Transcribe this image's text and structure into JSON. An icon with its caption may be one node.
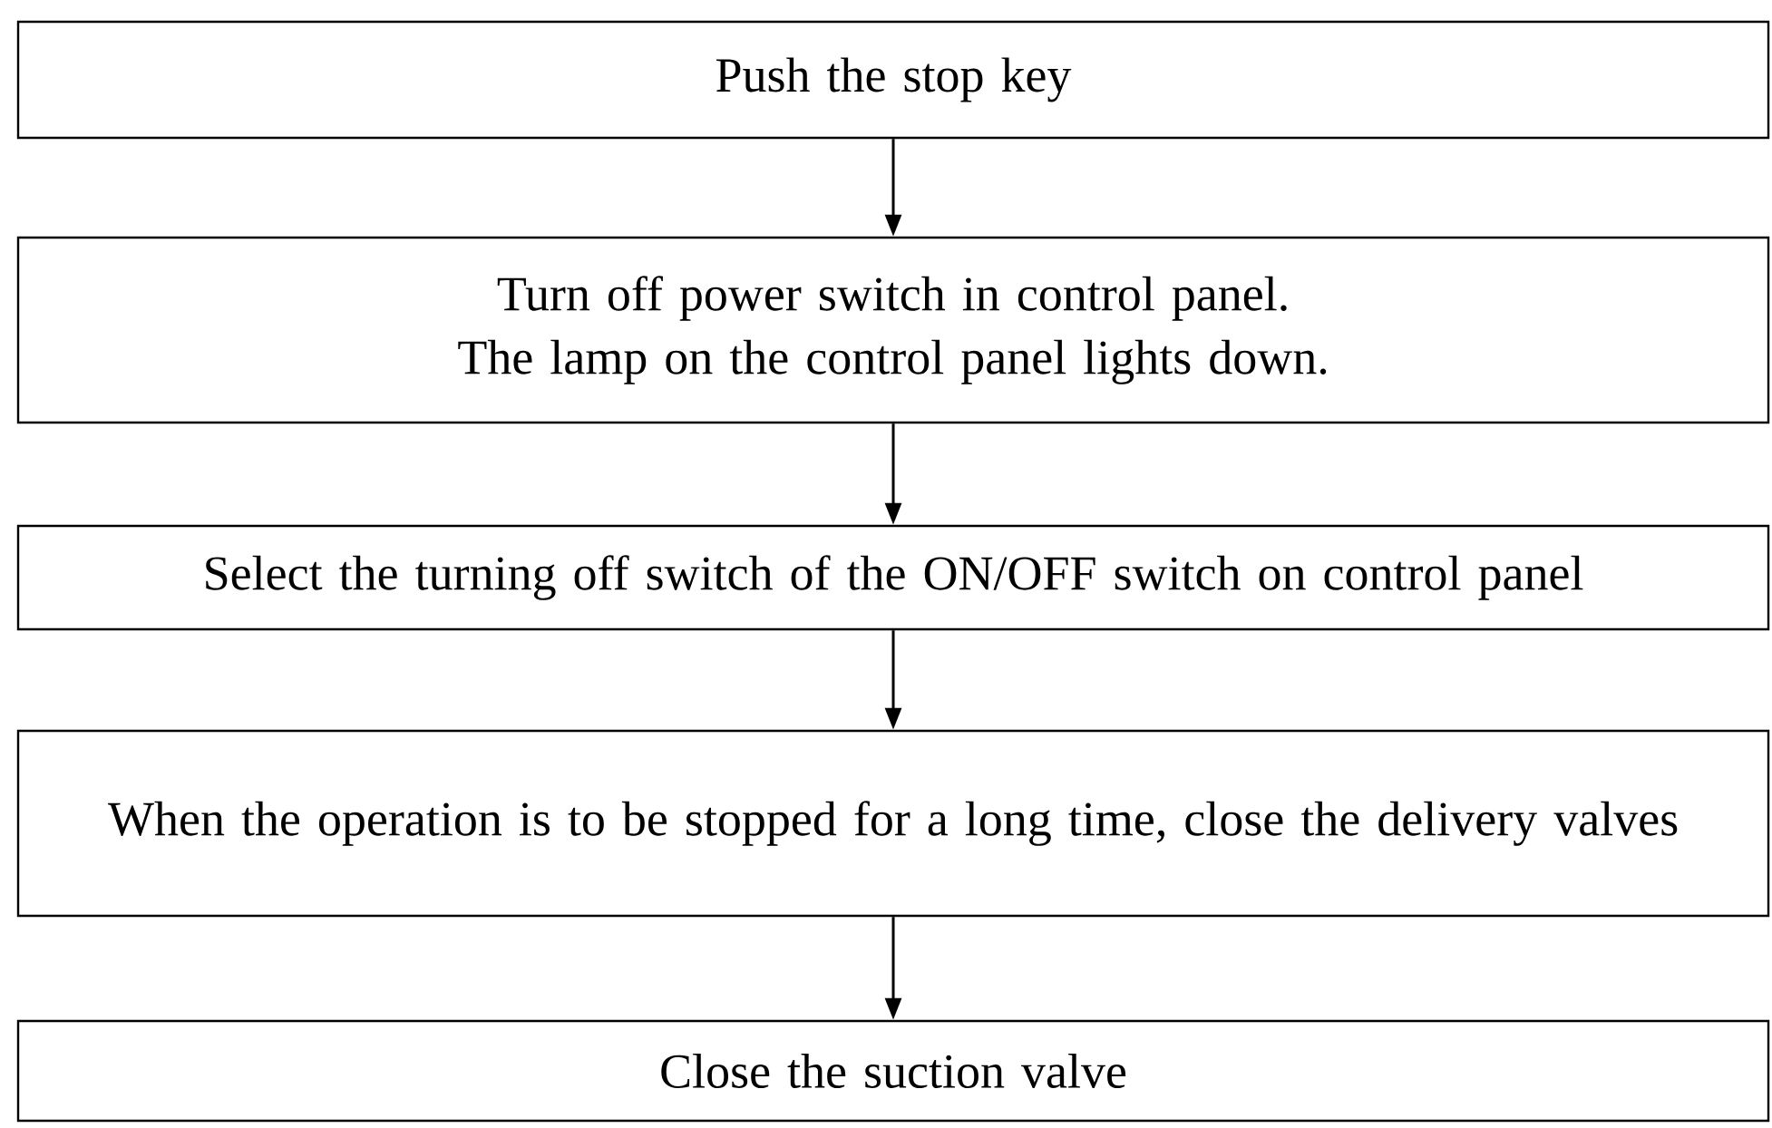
{
  "diagram": {
    "nodes": [
      {
        "text": [
          "Push the stop key"
        ]
      },
      {
        "text": [
          "Turn off power switch in control panel. The lamp on the control panel lights down."
        ]
      },
      {
        "text": [
          "Select the turning off switch of the ON/OFF switch on control panel"
        ]
      },
      {
        "text": [
          "When the operation is to be stopped for a long time, close the delivery valves"
        ]
      },
      {
        "text": [
          "Close the suction valve"
        ]
      }
    ],
    "edges": [
      {
        "from": 0,
        "to": 1,
        "arrow": "to"
      },
      {
        "from": 1,
        "to": 2,
        "arrow": "to"
      },
      {
        "from": 2,
        "to": 3,
        "arrow": "to"
      },
      {
        "from": 3,
        "to": 4,
        "arrow": "to"
      }
    ]
  }
}
